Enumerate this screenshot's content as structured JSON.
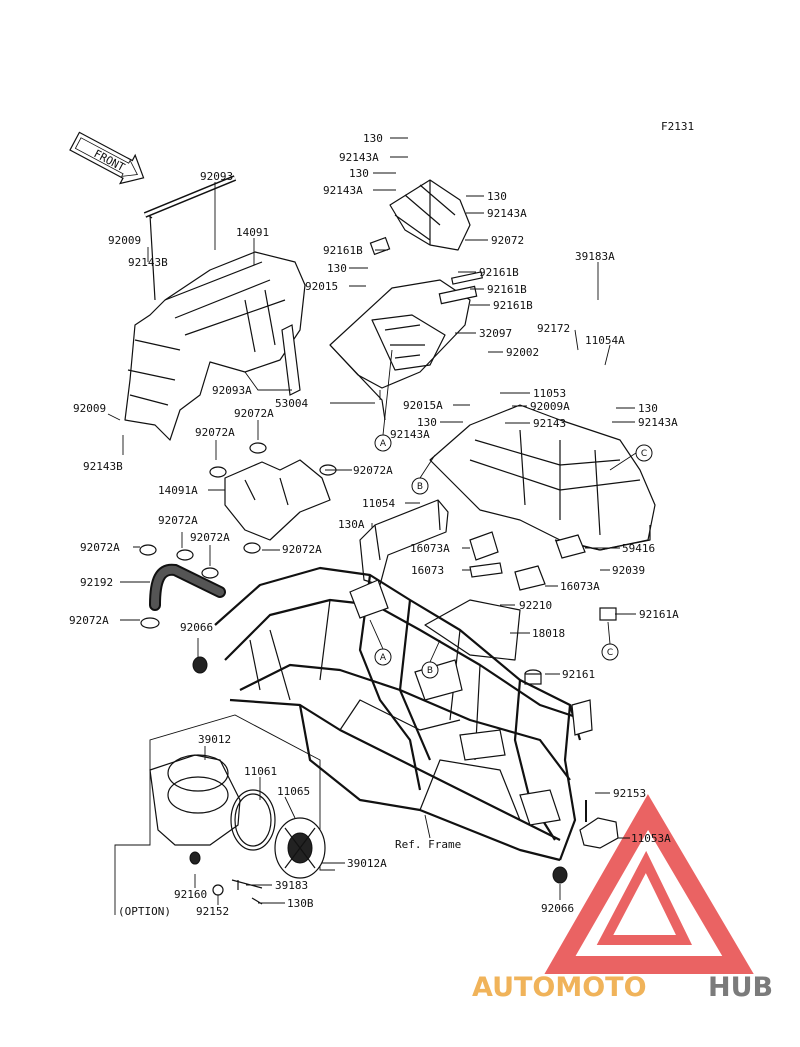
{
  "figure_code": "F2131",
  "front_label": "FRONT",
  "frame_ref": "Ref. Frame",
  "option_label": "(OPTION)",
  "circle_refs": [
    "A",
    "B",
    "C"
  ],
  "watermark": {
    "part1": "AUTOMOTO",
    "part2": "HUB",
    "accent_color": "#e8a23c",
    "gray_color": "#6e6e6e",
    "logo_color": "#e03030"
  },
  "labels": [
    {
      "id": "l1",
      "text": "130"
    },
    {
      "id": "l2",
      "text": "92143A"
    },
    {
      "id": "l3",
      "text": "130"
    },
    {
      "id": "l4",
      "text": "92143A"
    },
    {
      "id": "l5",
      "text": "130"
    },
    {
      "id": "l6",
      "text": "92143A"
    },
    {
      "id": "l7",
      "text": "92072"
    },
    {
      "id": "l8",
      "text": "92161B"
    },
    {
      "id": "l9",
      "text": "130"
    },
    {
      "id": "l10",
      "text": "92015"
    },
    {
      "id": "l11",
      "text": "92161B"
    },
    {
      "id": "l12",
      "text": "92161B"
    },
    {
      "id": "l13",
      "text": "92161B"
    },
    {
      "id": "l14",
      "text": "32097"
    },
    {
      "id": "l15",
      "text": "92002"
    },
    {
      "id": "l16",
      "text": "53004"
    },
    {
      "id": "l17",
      "text": "92015A"
    },
    {
      "id": "l18",
      "text": "130"
    },
    {
      "id": "l19",
      "text": "92143A"
    },
    {
      "id": "l20",
      "text": "11053"
    },
    {
      "id": "l21",
      "text": "92009A"
    },
    {
      "id": "l22",
      "text": "92143"
    },
    {
      "id": "l23",
      "text": "39183A"
    },
    {
      "id": "l24",
      "text": "92172"
    },
    {
      "id": "l25",
      "text": "11054A"
    },
    {
      "id": "l26",
      "text": "130"
    },
    {
      "id": "l27",
      "text": "92143A"
    },
    {
      "id": "l28",
      "text": "92093"
    },
    {
      "id": "l29",
      "text": "14091"
    },
    {
      "id": "l30",
      "text": "92009"
    },
    {
      "id": "l31",
      "text": "92143B"
    },
    {
      "id": "l32",
      "text": "92093A"
    },
    {
      "id": "l33",
      "text": "92009"
    },
    {
      "id": "l34",
      "text": "92143B"
    },
    {
      "id": "l35",
      "text": "92072A"
    },
    {
      "id": "l36",
      "text": "92072A"
    },
    {
      "id": "l37",
      "text": "92072A"
    },
    {
      "id": "l38",
      "text": "14091A"
    },
    {
      "id": "l39",
      "text": "11054"
    },
    {
      "id": "l40",
      "text": "130A"
    },
    {
      "id": "l41",
      "text": "16073A"
    },
    {
      "id": "l42",
      "text": "16073"
    },
    {
      "id": "l43",
      "text": "59416"
    },
    {
      "id": "l44",
      "text": "16073A"
    },
    {
      "id": "l45",
      "text": "92039"
    },
    {
      "id": "l46",
      "text": "92072A"
    },
    {
      "id": "l47",
      "text": "92072A"
    },
    {
      "id": "l48",
      "text": "92072A"
    },
    {
      "id": "l49",
      "text": "92072A"
    },
    {
      "id": "l50",
      "text": "92192"
    },
    {
      "id": "l51",
      "text": "92072A"
    },
    {
      "id": "l52",
      "text": "92066"
    },
    {
      "id": "l53",
      "text": "92210"
    },
    {
      "id": "l54",
      "text": "18018"
    },
    {
      "id": "l55",
      "text": "92161A"
    },
    {
      "id": "l56",
      "text": "92161"
    },
    {
      "id": "l57",
      "text": "39012"
    },
    {
      "id": "l58",
      "text": "11061"
    },
    {
      "id": "l59",
      "text": "11065"
    },
    {
      "id": "l60",
      "text": "39012A"
    },
    {
      "id": "l61",
      "text": "39183"
    },
    {
      "id": "l62",
      "text": "130B"
    },
    {
      "id": "l63",
      "text": "92160"
    },
    {
      "id": "l64",
      "text": "92152"
    },
    {
      "id": "l65",
      "text": "92153"
    },
    {
      "id": "l66",
      "text": "11053A"
    },
    {
      "id": "l67",
      "text": "92066"
    }
  ]
}
